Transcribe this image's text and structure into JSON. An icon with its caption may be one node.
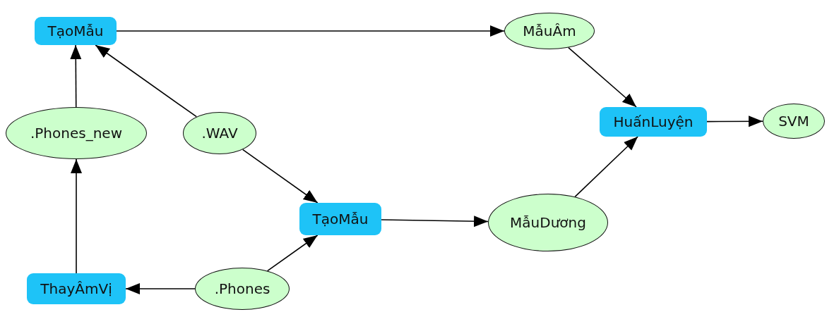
{
  "diagram": {
    "nodes": [
      {
        "text": [
          "TạoMẫu"
        ]
      },
      {
        "text": [
          "MẫuÂm"
        ]
      },
      {
        "text": [
          ".Phones_new"
        ]
      },
      {
        "text": [
          ".WAV"
        ]
      },
      {
        "text": [
          "HuấnLuyện"
        ]
      },
      {
        "text": [
          "SVM"
        ]
      },
      {
        "text": [
          "TạoMẫu"
        ]
      },
      {
        "text": [
          "MẫuDương"
        ]
      },
      {
        "text": [
          "ThayÂmVị"
        ]
      },
      {
        "text": [
          ".Phones"
        ]
      }
    ],
    "edges": [
      {
        "from": 0,
        "to": 1,
        "arrow": "to"
      },
      {
        "from": 1,
        "to": 4,
        "arrow": "to"
      },
      {
        "from": 4,
        "to": 5,
        "arrow": "to"
      },
      {
        "from": 7,
        "to": 4,
        "arrow": "to"
      },
      {
        "from": 6,
        "to": 7,
        "arrow": "to"
      },
      {
        "from": 3,
        "to": 6,
        "arrow": "to"
      },
      {
        "from": 3,
        "to": 0,
        "arrow": "to"
      },
      {
        "from": 2,
        "to": 0,
        "arrow": "to"
      },
      {
        "from": 8,
        "to": 2,
        "arrow": "to"
      },
      {
        "from": 9,
        "to": 8,
        "arrow": "to"
      },
      {
        "from": 9,
        "to": 6,
        "arrow": "to"
      }
    ]
  }
}
